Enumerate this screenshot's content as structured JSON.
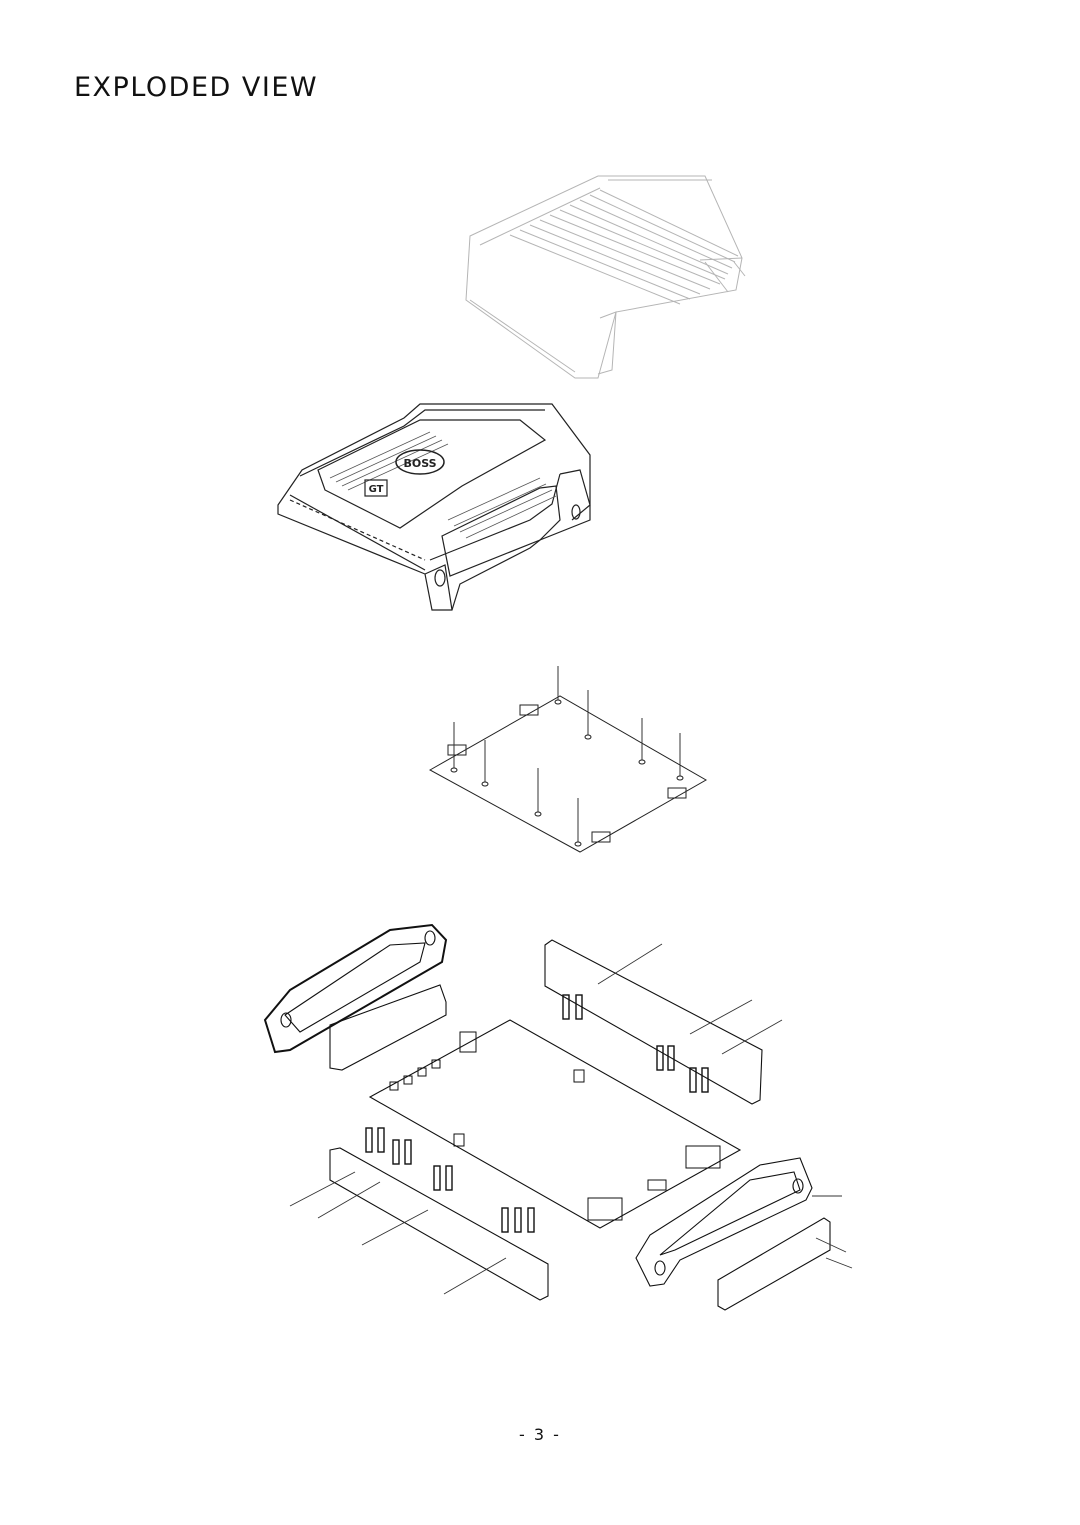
{
  "page": {
    "title": "EXPLODED VIEW",
    "page_number": "- 3 -"
  },
  "figure": {
    "brand_badge": "BOSS",
    "model_badge": "GT"
  }
}
